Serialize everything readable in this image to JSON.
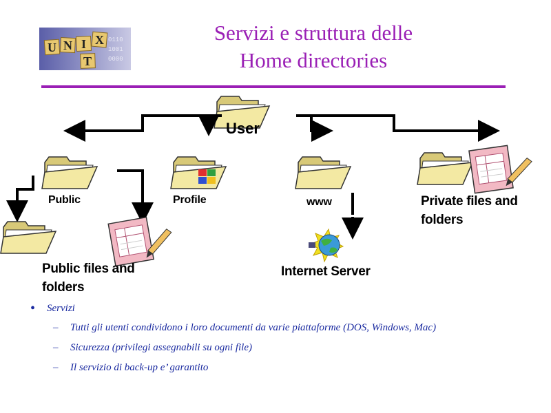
{
  "title": {
    "line1": "Servizi e struttura delle",
    "line2": "Home directories"
  },
  "logo": {
    "letters": [
      "U",
      "N",
      "I",
      "X",
      "T"
    ]
  },
  "diagram": {
    "root": "User",
    "nodes": {
      "public": "Public",
      "profile": "Profile",
      "www": "www",
      "private": "Private files and folders",
      "public_files": "Public files and folders",
      "internet_server": "Internet Server"
    }
  },
  "bullets": {
    "main": "Servizi",
    "items": [
      "Tutti gli utenti condividono i loro documenti da varie piattaforme (DOS, Windows, Mac)",
      "Sicurezza (privilegi assegnabili su ogni file)",
      "Il servizio di back-up e’ garantito"
    ]
  },
  "colors": {
    "title": "#9a1fb5",
    "rule": "#9a1fb5",
    "bullets": "#1a2aa0",
    "folder": "#f3e9a3"
  }
}
